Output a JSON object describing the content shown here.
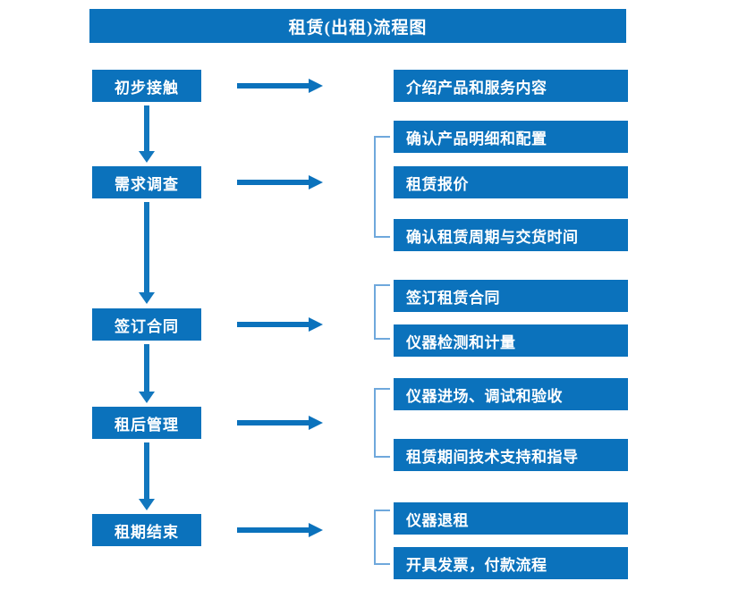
{
  "title": "租赁(出租)流程图",
  "theme": {
    "box_fill": "#0B72BC",
    "box_text": "#FFFFFF",
    "arrow": "#0B72BC",
    "bracket": "#6FA8DC",
    "background": "#FFFFFF"
  },
  "stages": [
    {
      "label": "初步接触"
    },
    {
      "label": "需求调查"
    },
    {
      "label": "签订合同"
    },
    {
      "label": "租后管理"
    },
    {
      "label": "租期结束"
    }
  ],
  "details": [
    {
      "label": "介绍产品和服务内容"
    },
    {
      "label": "确认产品明细和配置"
    },
    {
      "label": "租赁报价"
    },
    {
      "label": "确认租赁周期与交货时间"
    },
    {
      "label": "签订租赁合同"
    },
    {
      "label": "仪器检测和计量"
    },
    {
      "label": "仪器进场、调试和验收"
    },
    {
      "label": "租赁期间技术支持和指导"
    },
    {
      "label": "仪器退租"
    },
    {
      "label": "开具发票，付款流程"
    }
  ]
}
